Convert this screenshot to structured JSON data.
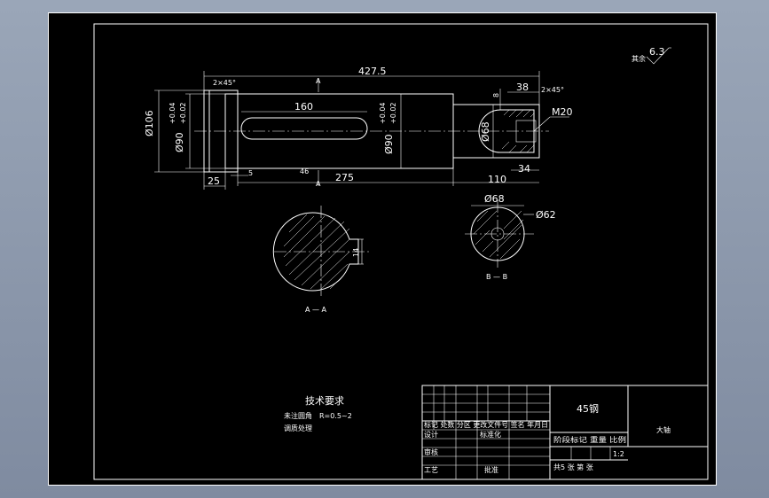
{
  "roughness": {
    "label": "其余",
    "value": "6.3"
  },
  "dims": {
    "overall_length": "427.5",
    "chamfer_left": "2×45°",
    "chamfer_right": "2×45°",
    "dia_106": "Ø106",
    "dia_90_left": "Ø90",
    "tol_left_upper": "+0.04",
    "tol_left_lower": "+0.02",
    "keyway_length": "160",
    "dia_90_mid": "Ø90",
    "tol_mid_upper": "+0.04",
    "tol_mid_lower": "+0.02",
    "dia_68_shaft": "Ø68",
    "len_38": "38",
    "len_8": "8",
    "thread": "M20",
    "len_34": "34",
    "len_110": "110",
    "len_5": "5",
    "len_275": "275",
    "len_25": "25",
    "len_46": "46",
    "section_A_mark_top": "A",
    "section_A_mark_bottom": "A",
    "dia_68_section": "Ø68",
    "dia_62": "Ø62"
  },
  "sections": {
    "aa_label": "A — A",
    "bb_label": "B — B",
    "aa_key_width": "14"
  },
  "tech": {
    "heading": "技术要求",
    "line1_prefix": "未注圆角",
    "line1_value": "R=0.5~2",
    "line2": "调质处理"
  },
  "title_block": {
    "material": "45钢",
    "part_name": "大轴",
    "rev_header": "标记 处数 分区 更改文件号 签名 年月日",
    "row_design": "设计",
    "row_design_std": "标准化",
    "row_check": "审核",
    "row_process": "工艺",
    "row_approve": "批准",
    "stage_header": "阶段标记 重量 比例",
    "scale": "1:2",
    "sheets": "共5 张 第 张"
  }
}
